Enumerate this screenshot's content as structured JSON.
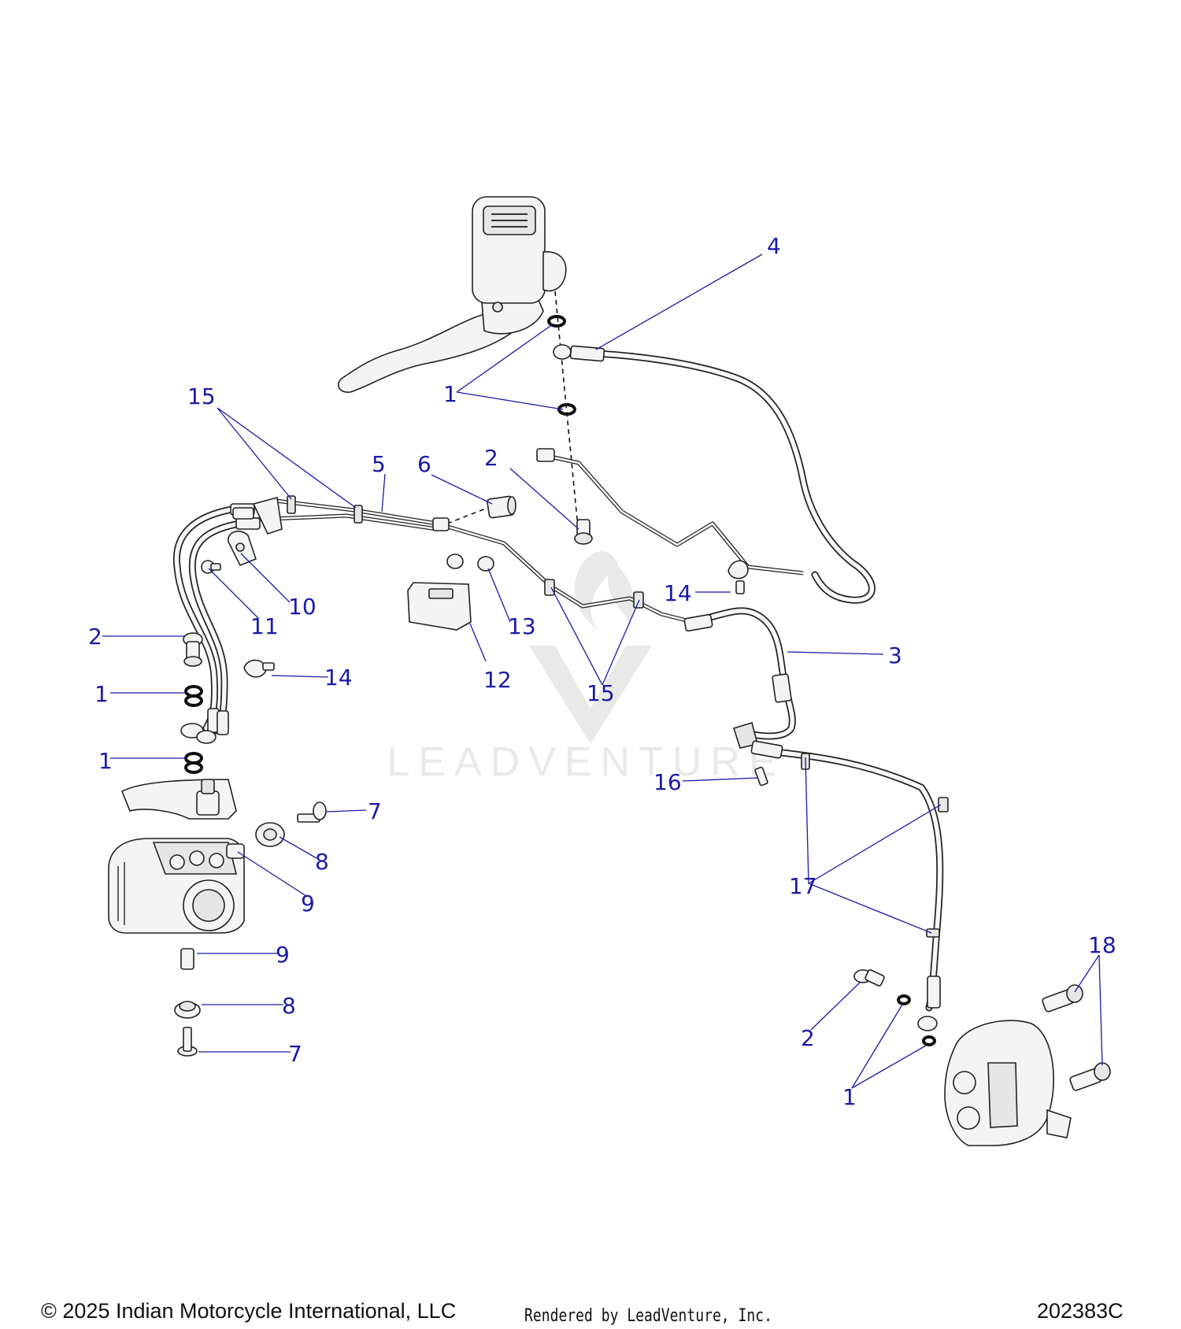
{
  "watermark": {
    "text": "LEADVENTURE"
  },
  "callouts": [
    {
      "id": "c1a",
      "label": "1"
    },
    {
      "id": "c1b",
      "label": "1"
    },
    {
      "id": "c1c",
      "label": "1"
    },
    {
      "id": "c1d",
      "label": "1"
    },
    {
      "id": "c2a",
      "label": "2"
    },
    {
      "id": "c2b",
      "label": "2"
    },
    {
      "id": "c2c",
      "label": "2"
    },
    {
      "id": "c3",
      "label": "3"
    },
    {
      "id": "c4",
      "label": "4"
    },
    {
      "id": "c5",
      "label": "5"
    },
    {
      "id": "c6",
      "label": "6"
    },
    {
      "id": "c7a",
      "label": "7"
    },
    {
      "id": "c7b",
      "label": "7"
    },
    {
      "id": "c8a",
      "label": "8"
    },
    {
      "id": "c8b",
      "label": "8"
    },
    {
      "id": "c9a",
      "label": "9"
    },
    {
      "id": "c9b",
      "label": "9"
    },
    {
      "id": "c10",
      "label": "10"
    },
    {
      "id": "c11",
      "label": "11"
    },
    {
      "id": "c12",
      "label": "12"
    },
    {
      "id": "c13",
      "label": "13"
    },
    {
      "id": "c14a",
      "label": "14"
    },
    {
      "id": "c14b",
      "label": "14"
    },
    {
      "id": "c15a",
      "label": "15"
    },
    {
      "id": "c15b",
      "label": "15"
    },
    {
      "id": "c16",
      "label": "16"
    },
    {
      "id": "c17",
      "label": "17"
    },
    {
      "id": "c18",
      "label": "18"
    }
  ],
  "footer": {
    "copyright": "© 2025 Indian Motorcycle International, LLC",
    "rendered_by": "Rendered by LeadVenture, Inc.",
    "diagram_code": "202383C"
  }
}
